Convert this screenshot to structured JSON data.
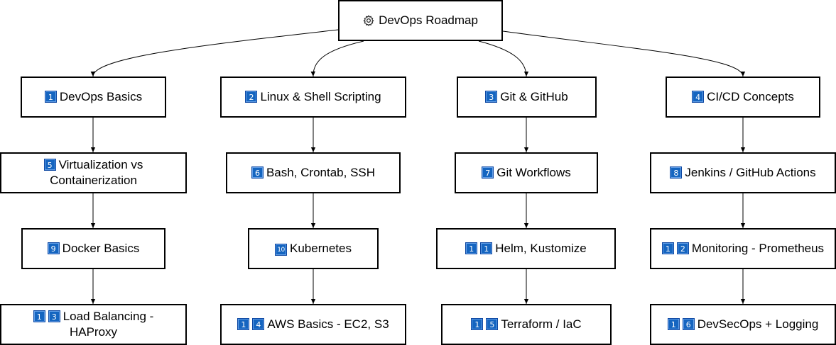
{
  "root": {
    "icon": "gear-icon",
    "label": "DevOps Roadmap"
  },
  "nodes": [
    {
      "badges": [
        "1"
      ],
      "label": "DevOps Basics"
    },
    {
      "badges": [
        "2"
      ],
      "label": "Linux & Shell Scripting"
    },
    {
      "badges": [
        "3"
      ],
      "label": "Git & GitHub"
    },
    {
      "badges": [
        "4"
      ],
      "label": "CI/CD Concepts"
    },
    {
      "badges": [
        "5"
      ],
      "label": "Virtualization vs",
      "label2": "Containerization"
    },
    {
      "badges": [
        "6"
      ],
      "label": "Bash, Crontab, SSH"
    },
    {
      "badges": [
        "7"
      ],
      "label": "Git Workflows"
    },
    {
      "badges": [
        "8"
      ],
      "label": "Jenkins / GitHub Actions"
    },
    {
      "badges": [
        "9"
      ],
      "label": "Docker Basics"
    },
    {
      "badges": [
        "10"
      ],
      "label": "Kubernetes"
    },
    {
      "badges": [
        "1",
        "1"
      ],
      "label": "Helm, Kustomize"
    },
    {
      "badges": [
        "1",
        "2"
      ],
      "label": "Monitoring - Prometheus"
    },
    {
      "badges": [
        "1",
        "3"
      ],
      "label": "Load Balancing -",
      "label2": "HAProxy"
    },
    {
      "badges": [
        "1",
        "4"
      ],
      "label": "AWS Basics - EC2, S3"
    },
    {
      "badges": [
        "1",
        "5"
      ],
      "label": "Terraform / IaC"
    },
    {
      "badges": [
        "1",
        "6"
      ],
      "label": "DevSecOps + Logging"
    }
  ]
}
